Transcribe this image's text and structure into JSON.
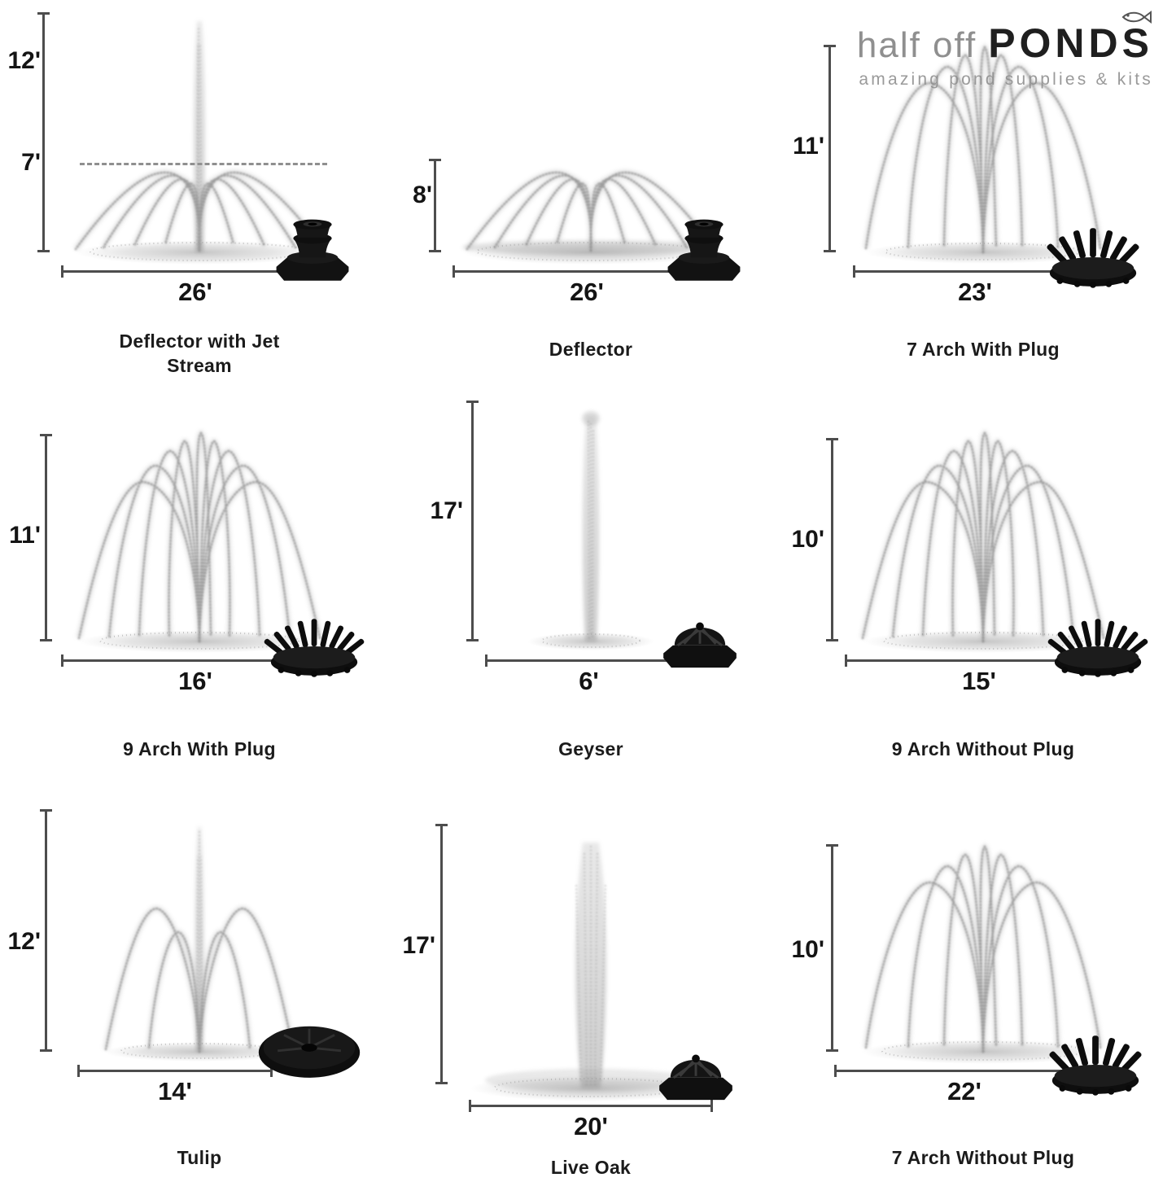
{
  "brand": {
    "name_light": "half off",
    "name_bold": "PONDS",
    "tagline": "amazing pond supplies & kits"
  },
  "panels": [
    {
      "name": "Deflector with Jet Stream",
      "height": "12'",
      "height_secondary": "7'",
      "width": "26'"
    },
    {
      "name": "Deflector",
      "height": "8'",
      "width": "26'"
    },
    {
      "name": "7 Arch With Plug",
      "height": "11'",
      "width": "23'"
    },
    {
      "name": "9 Arch With Plug",
      "height": "11'",
      "width": "16'"
    },
    {
      "name": "Geyser",
      "height": "17'",
      "width": "6'"
    },
    {
      "name": "9 Arch Without Plug",
      "height": "10'",
      "width": "15'"
    },
    {
      "name": "Tulip",
      "height": "12'",
      "width": "14'"
    },
    {
      "name": "Live Oak",
      "height": "17'",
      "width": "20'"
    },
    {
      "name": "7 Arch Without Plug",
      "height": "10'",
      "width": "22'"
    }
  ]
}
